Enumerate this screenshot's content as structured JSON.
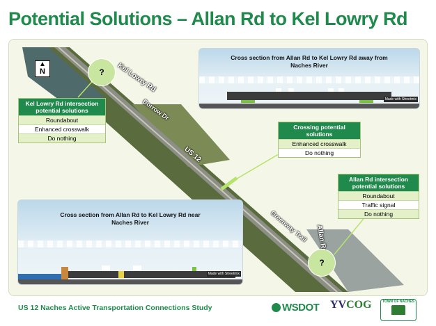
{
  "title": "Potential Solutions – Allan Rd to Kel Lowry Rd",
  "north": "N",
  "roads": {
    "kel_lowry": "Kel Lowry Rd",
    "borrow": "Borrow Dr",
    "us12": "US 12",
    "greenway": "Greenway Trail",
    "allan": "Allan Rd"
  },
  "marker_label": "?",
  "kel_box": {
    "header": "Kel Lowry Rd intersection potential solutions",
    "options": [
      "Roundabout",
      "Enhanced crosswalk",
      "Do nothing"
    ]
  },
  "crossing_box": {
    "header": "Crossing potential solutions",
    "options": [
      "Enhanced crosswalk",
      "Do nothing"
    ]
  },
  "allan_box": {
    "header": "Allan Rd intersection potential solutions",
    "options": [
      "Roundabout",
      "Traffic signal",
      "Do nothing"
    ]
  },
  "xsec_top": {
    "caption": "Cross section from Allan Rd to Kel Lowry Rd away from Naches River",
    "watermark": "Made with Streetmix"
  },
  "xsec_bottom": {
    "caption": "Cross section from Allan Rd to Kel Lowry Rd near Naches River",
    "watermark": "Made with Streetmix"
  },
  "footer": {
    "study": "US 12 Naches Active Transportation Connections Study",
    "wsdot": "WSDOT",
    "yvcog_a": "YV",
    "yvcog_b": "COG",
    "town": "TOWN OF NACHES"
  },
  "colors": {
    "brand_green": "#1f8a4c",
    "option_alt": "#e3f0c8",
    "marker": "#c8e6a0"
  }
}
